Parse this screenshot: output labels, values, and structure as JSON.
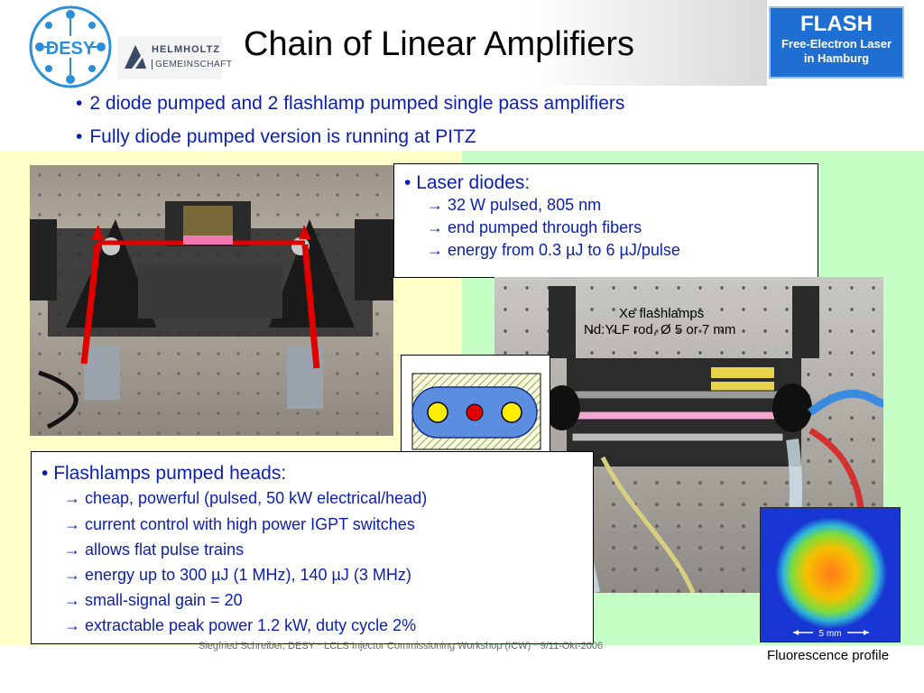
{
  "header": {
    "title": "Chain of Linear Amplifiers",
    "desy_logo_text": "DESY",
    "helmholtz_line1": "HELMHOLTZ",
    "helmholtz_line2": "GEMEINSCHAFT",
    "flash_title": "FLASH",
    "flash_line1": "Free-Electron Laser",
    "flash_line2": "in Hamburg"
  },
  "bullets": [
    "2 diode pumped and 2 flashlamp pumped single pass amplifiers",
    "Fully diode pumped version is running at PITZ"
  ],
  "diode_box": {
    "heading": "Laser diodes:",
    "lines": [
      "→ 32 W pulsed, 805 nm",
      "→ end pumped through fibers",
      "→ energy from 0.3 µJ to 6 µJ/pulse"
    ]
  },
  "flashlamp_box": {
    "heading": "Flashlamps pumped heads:",
    "lines": [
      "→ cheap, powerful (pulsed, 50 kW electrical/head)",
      "→ current control with high power IGPT switches",
      "→ allows flat pulse trains",
      "→ energy up to 300 µJ (1 MHz), 140 µJ (3 MHz)",
      "→ small-signal gain = 20",
      "→ extractable peak power 1.2 kW, duty cycle 2%"
    ]
  },
  "xe_label": {
    "line1": "Xe flashlamps",
    "line2": "Nd:YLF rod, Ø 5 or 7 mm"
  },
  "fluorescence": {
    "scale": "5 mm",
    "caption": "Fluorescence profile"
  },
  "footer": "Siegfried Schreiber, DESY * LCLS Injector Commissioning Workshop (ICW) * 9/11-Okt-2006",
  "colors": {
    "bullet_text": "#0a1fb2",
    "flash_blue": "#1e6fd1",
    "yellow_band": "#ffffc8",
    "green_band": "#c6ffc6"
  }
}
